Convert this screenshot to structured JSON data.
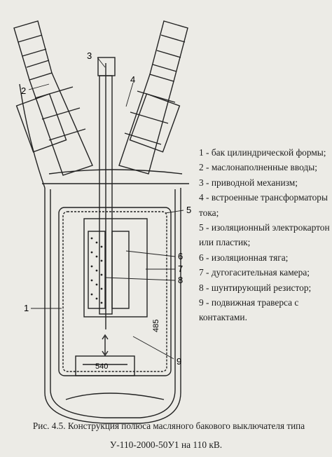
{
  "figure": {
    "callouts": [
      "1",
      "2",
      "3",
      "4",
      "5",
      "6",
      "7",
      "8",
      "9"
    ],
    "dimensions": [
      "485",
      "540"
    ]
  },
  "legend": [
    {
      "text": "1 - бак цилиндрической формы;"
    },
    {
      "text": "2 - маслонаполненные вводы;"
    },
    {
      "text": "3 - приводной механизм;"
    },
    {
      "text": "4 - встроенные трансформаторы тока;"
    },
    {
      "text": "5 - изоляционный электрокартон или пластик;"
    },
    {
      "text": "6 - изоляционная тяга;"
    },
    {
      "text": "7 - дугогасительная камера;"
    },
    {
      "text": "8 - шунтирующий резистор;"
    },
    {
      "text": "9 - подвижная траверса с контактами."
    }
  ],
  "caption": {
    "line1": "Рис. 4.5.  Конструкция полюса масляного бакового выключателя типа",
    "line2": "У-110-2000-50У1 на 110 кВ."
  }
}
